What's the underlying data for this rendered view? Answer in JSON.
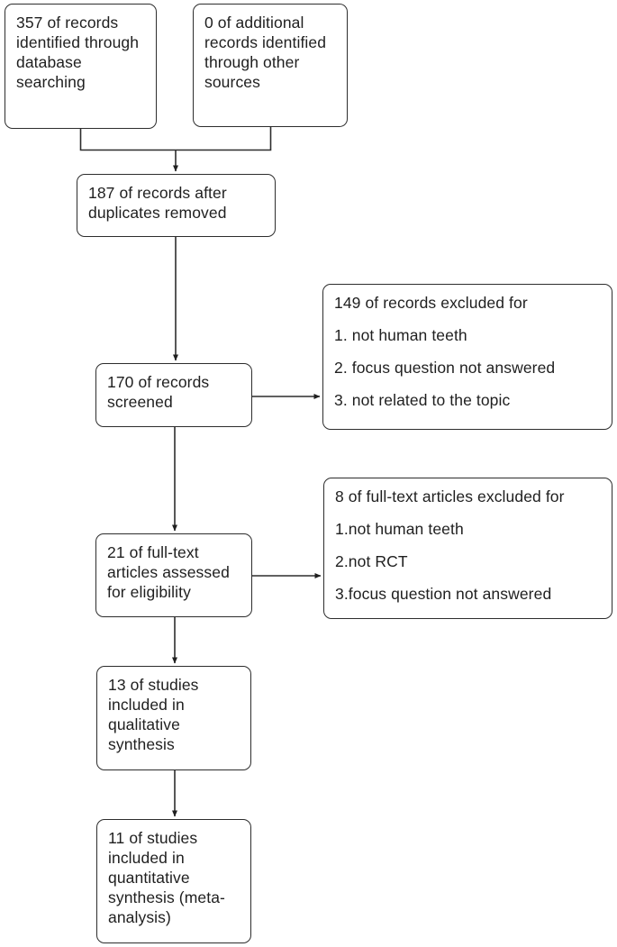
{
  "diagram": {
    "type": "prisma-flowchart",
    "colors": {
      "border": "#2d2d2d",
      "text": "#1f1f1f",
      "background": "#ffffff"
    },
    "boxes": {
      "identified_db": {
        "text": "357 of records identified through database searching"
      },
      "identified_other": {
        "text": "0 of additional records identified through other sources"
      },
      "after_duplicates": {
        "text": "187 of records after duplicates removed"
      },
      "screened": {
        "text": "170 of records screened"
      },
      "records_excluded": {
        "title": "149 of records excluded for",
        "items": [
          "1. not human teeth",
          "2. focus question not answered",
          "3. not related to the topic"
        ]
      },
      "fulltext_assessed": {
        "text": "21 of full-text articles assessed for eligibility"
      },
      "fulltext_excluded": {
        "title": "8 of full-text articles excluded for",
        "items": [
          "1.not human teeth",
          "2.not RCT",
          "3.focus question not answered"
        ]
      },
      "qualitative": {
        "text": "13 of studies included in qualitative synthesis"
      },
      "quantitative": {
        "text": "11 of studies included in quantitative synthesis (meta-analysis)"
      }
    }
  }
}
